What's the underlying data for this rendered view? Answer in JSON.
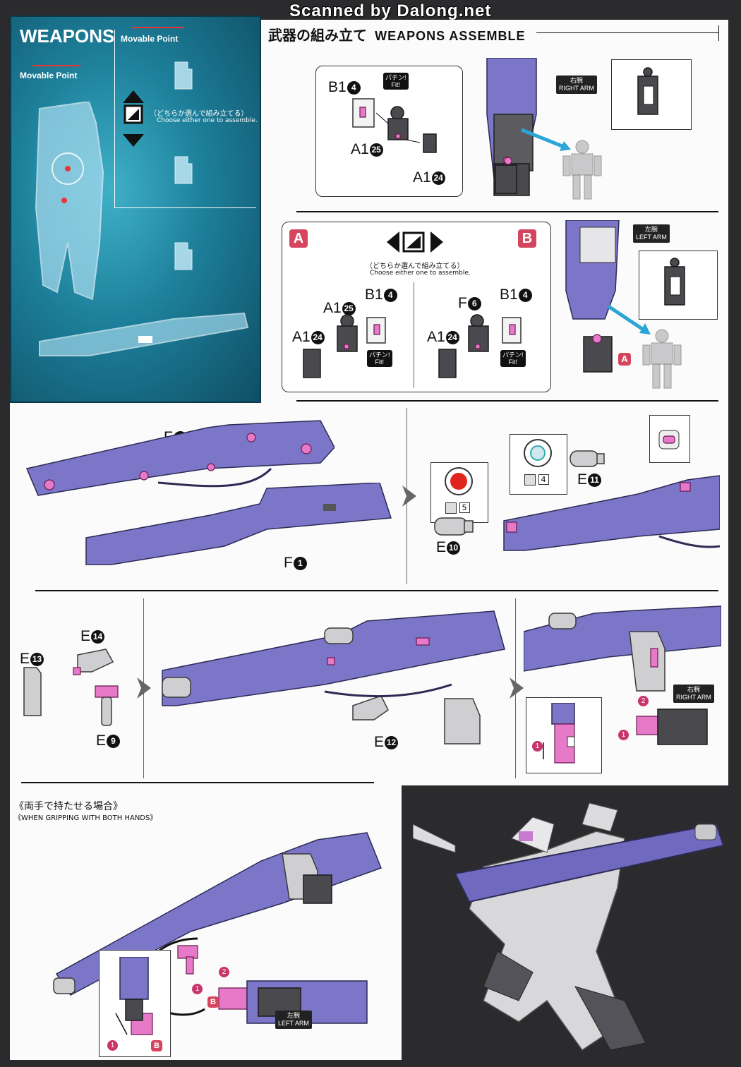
{
  "watermark": "Scanned by Dalong.net",
  "header": {
    "jp": "武器の組み立て",
    "en": "WEAPONS ASSEMBLE"
  },
  "weapons_panel": {
    "title": "WEAPONS",
    "movable_point_1": "Movable Point",
    "movable_point_2": "Movable Point",
    "choose_jp": "（どちらか選んで組み立てる）",
    "choose_en": "Choose either one to assemble."
  },
  "step1": {
    "b14": "B1",
    "b14_n": "4",
    "a125": "A1",
    "a125_n": "25",
    "a124": "A1",
    "a124_n": "24",
    "fit_jp": "パチン!",
    "fit_en": "Fit!",
    "arm_jp": "右腕",
    "arm_en": "RIGHT ARM"
  },
  "step2": {
    "a": "A",
    "b": "B",
    "choose_jp": "（どちらか選んで組み立てる）",
    "choose_en": "Choose either one to assemble.",
    "left": {
      "b14": "B1",
      "b14_n": "4",
      "a125": "A1",
      "a125_n": "25",
      "a124": "A1",
      "a124_n": "24"
    },
    "right": {
      "f6": "F",
      "f6_n": "6",
      "b14": "B1",
      "b14_n": "4",
      "a124": "A1",
      "a124_n": "24"
    },
    "fit_jp": "パチン!",
    "fit_en": "Fit!",
    "arm_jp": "左腕",
    "arm_en": "LEFT ARM",
    "badge_a": "A"
  },
  "step3": {
    "f2": "F",
    "f2_n": "2",
    "f1": "F",
    "f1_n": "1"
  },
  "step4": {
    "e11": "E",
    "e11_n": "11",
    "e10": "E",
    "e10_n": "10",
    "num5": "5",
    "num4": "4"
  },
  "step5": {
    "e13": "E",
    "e13_n": "13",
    "e14": "E",
    "e14_n": "14",
    "e9": "E",
    "e9_n": "9",
    "e12": "E",
    "e12_n": "12"
  },
  "step6": {
    "arm_jp": "右腕",
    "arm_en": "RIGHT ARM",
    "n1": "1",
    "n2": "2",
    "n1b": "1"
  },
  "step7": {
    "title_jp": "《両手で持たせる場合》",
    "title_en": "《WHEN GRIPPING WITH BOTH HANDS》",
    "arm_jp": "左腕",
    "arm_en": "LEFT ARM",
    "n1": "1",
    "n2": "2",
    "b": "B",
    "n1b": "1",
    "b2": "B"
  }
}
